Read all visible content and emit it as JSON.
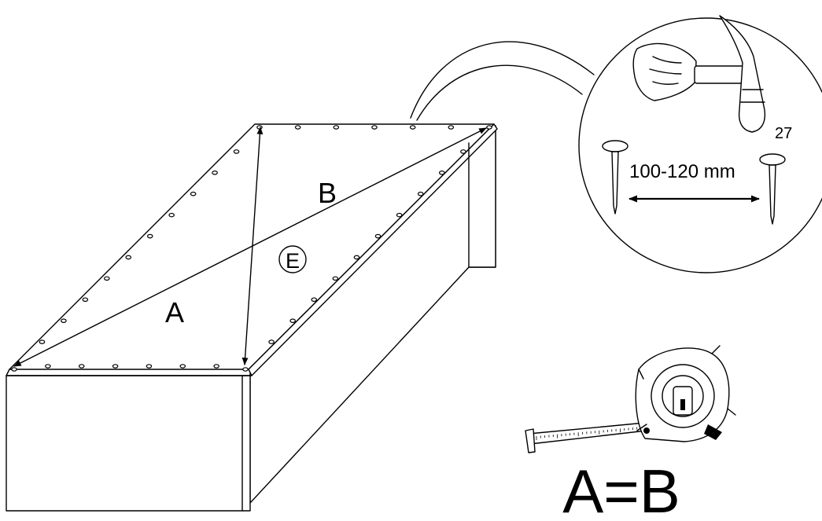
{
  "labels": {
    "diag_a": "A",
    "diag_b": "B",
    "panel": "E",
    "quantity": "27",
    "spacing": "100-120 mm",
    "equation": "A=B"
  },
  "colors": {
    "line": "#000000",
    "background": "#ffffff"
  },
  "icons": [
    "hammer-hand-icon",
    "nail-icon",
    "tape-measure-icon"
  ]
}
